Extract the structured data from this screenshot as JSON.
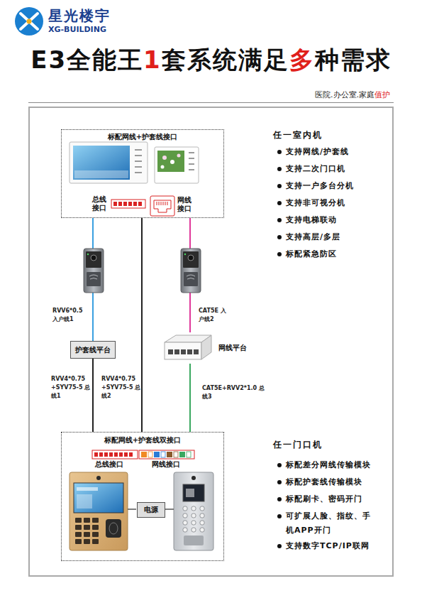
{
  "diagram": {
    "title": "E3全能王1套系统满足多种需求",
    "nodes": [
      {
        "text": [
          "标配网线+护套线接口"
        ]
      },
      {
        "text": [
          "护套线平台"
        ]
      },
      {
        "text": [
          "网线平台"
        ]
      },
      {
        "text": [
          "标配网线+护套线双接口"
        ]
      },
      {
        "text": [
          "电源"
        ],
        "in": 3
      }
    ],
    "edges": [
      {
        "from": 0,
        "to": 1,
        "label": "RVV6*0.5 入户线1",
        "arrow": "none"
      },
      {
        "from": 1,
        "to": 3,
        "label": "RVV4*0.75 +SYV75-5 总线1",
        "arrow": "none"
      },
      {
        "from": 0,
        "to": 3,
        "label": "RVV4*0.75 +SYV75-5 总线2",
        "arrow": "none"
      },
      {
        "from": 0,
        "to": 2,
        "label": "CAT5E 入户线2",
        "arrow": "none"
      },
      {
        "from": 2,
        "to": 3,
        "label": "CAT5E+RVV2*1.0 总线3",
        "arrow": "none"
      }
    ],
    "labels": [
      "星光楼宇",
      "XG-BUILDING",
      "医院.办公室.家庭值护",
      "总线接口",
      "网线接口",
      "任一室内机",
      "支持网线/护套线",
      "支持二次门口机",
      "支持一户多台分机",
      "支持非可视分机",
      "支持电梯联动",
      "支持高层/多层",
      "标配紧急防区",
      "总线接口",
      "网线接口",
      "任一门口机",
      "标配差分网线传输模块",
      "标配护套线传输模块",
      "标配刷卡、密码开门",
      "可扩展人脸、指纹、手机APP开门",
      "支持数字TCP/IP联网"
    ]
  }
}
